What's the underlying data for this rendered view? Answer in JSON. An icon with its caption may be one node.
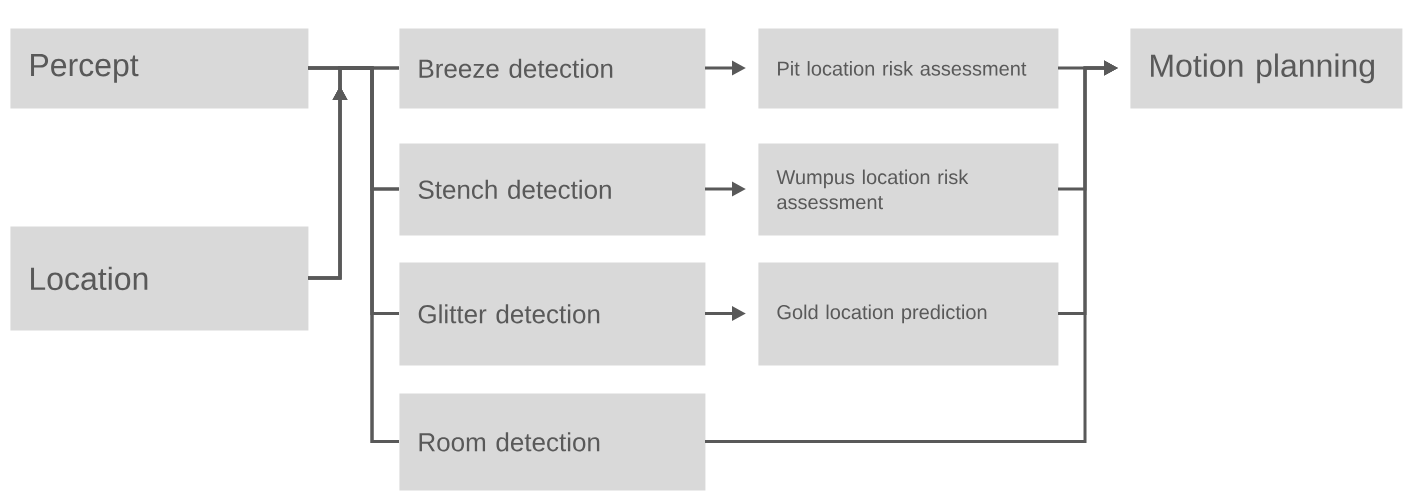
{
  "diagram": {
    "nodes": [
      {
        "text": [
          "Percept"
        ]
      },
      {
        "text": [
          "Location"
        ]
      },
      {
        "text": [
          "Breeze detection"
        ]
      },
      {
        "text": [
          "Stench detection"
        ]
      },
      {
        "text": [
          "Glitter detection"
        ]
      },
      {
        "text": [
          "Room detection"
        ]
      },
      {
        "text": [
          "Pit location risk assessment"
        ]
      },
      {
        "text": [
          "Wumpus location risk assessment"
        ]
      },
      {
        "text": [
          "Gold location prediction"
        ]
      },
      {
        "text": [
          "Motion planning"
        ]
      }
    ],
    "edges": [
      {
        "from": 0,
        "to": 2,
        "arrow": "none"
      },
      {
        "from": 0,
        "to": 3,
        "arrow": "none"
      },
      {
        "from": 0,
        "to": 4,
        "arrow": "none"
      },
      {
        "from": 0,
        "to": 5,
        "arrow": "none"
      },
      {
        "from": 1,
        "to": 2,
        "arrow": "to"
      },
      {
        "from": 1,
        "to": 3,
        "arrow": "to"
      },
      {
        "from": 1,
        "to": 4,
        "arrow": "to"
      },
      {
        "from": 1,
        "to": 5,
        "arrow": "to"
      },
      {
        "from": 2,
        "to": 6,
        "arrow": "to"
      },
      {
        "from": 3,
        "to": 7,
        "arrow": "to"
      },
      {
        "from": 4,
        "to": 8,
        "arrow": "to"
      },
      {
        "from": 6,
        "to": 9,
        "arrow": "to"
      },
      {
        "from": 7,
        "to": 9,
        "arrow": "to"
      },
      {
        "from": 8,
        "to": 9,
        "arrow": "to"
      },
      {
        "from": 5,
        "to": 9,
        "arrow": "to"
      }
    ]
  }
}
